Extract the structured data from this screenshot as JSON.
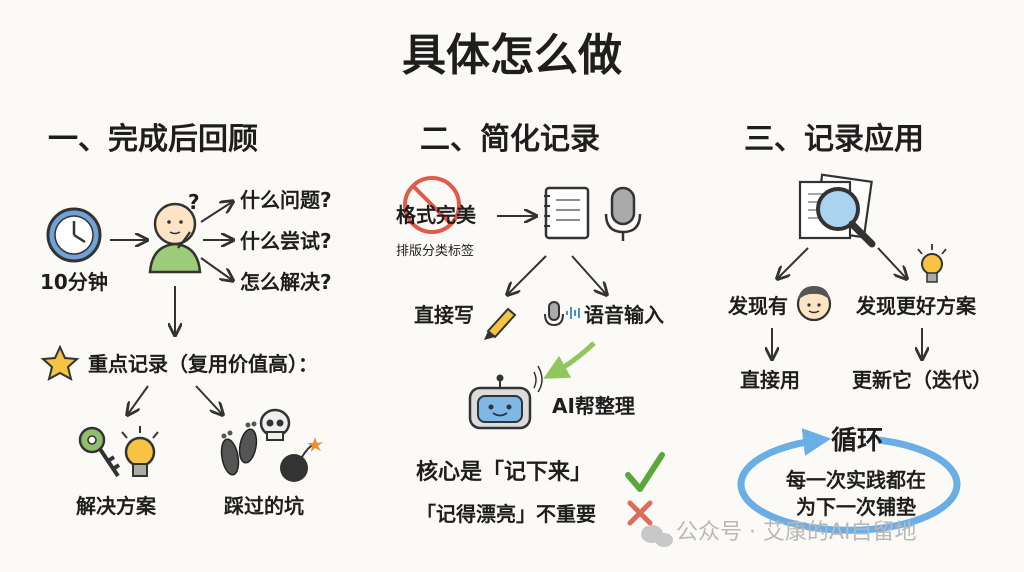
{
  "title": "具体怎么做",
  "col1": {
    "heading": "一、完成后回顾",
    "time_label": "10分钟",
    "question_mark": "?",
    "questions": [
      "什么问题?",
      "什么尝试?",
      "怎么解决?"
    ],
    "record_label": "重点记录（复用价值高）：",
    "outcome_left": "解决方案",
    "outcome_right": "踩过的坑"
  },
  "col2": {
    "heading": "二、简化记录",
    "format_label": "格式完美",
    "format_sub": "排版分类标签",
    "direct_write": "直接写",
    "voice_input": "语音输入",
    "ai_label": "AI帮整理",
    "core_label": "核心是「记下来」",
    "not_important": "「记得漂亮」不重要"
  },
  "col3": {
    "heading": "三、记录应用",
    "found_label": "发现有",
    "better_label": "发现更好方案",
    "use_direct": "直接用",
    "update_label": "更新它（迭代）",
    "cycle_title": "循环",
    "cycle_line1": "每一次实践都在",
    "cycle_line2": "为下一次铺垫"
  },
  "watermark": "公众号 · 艾康的AI自留地",
  "colors": {
    "clock_blue": "#6fa3d8",
    "person_green": "#9ccc7a",
    "bulb_yellow": "#f6c343",
    "key_green": "#8fbf6b",
    "robot_blue": "#7fb8e6",
    "check_green": "#5aa83c",
    "cross_red": "#e06b5b",
    "forbid_red": "#e05a4a",
    "cycle_blue": "#6aaee6"
  }
}
